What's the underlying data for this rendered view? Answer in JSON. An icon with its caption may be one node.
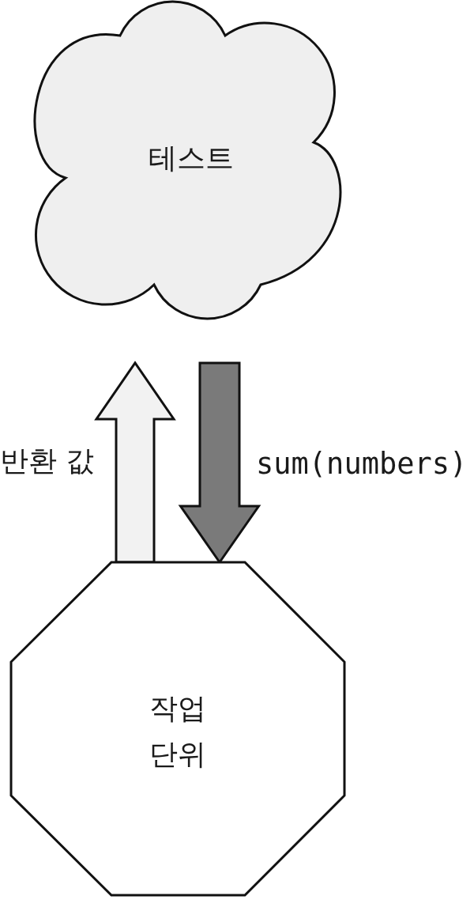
{
  "diagram": {
    "nodes": [
      {
        "text": [
          "테스트"
        ]
      },
      {
        "text": [
          "작업 단위"
        ]
      }
    ],
    "edges": [
      {
        "from": 1,
        "to": 0,
        "arrow": "to",
        "label": "반환 값",
        "color": "#f2f2f2"
      },
      {
        "from": 0,
        "to": 1,
        "arrow": "to",
        "label": "sum(numbers)",
        "color": "#7a7a7a"
      }
    ]
  }
}
